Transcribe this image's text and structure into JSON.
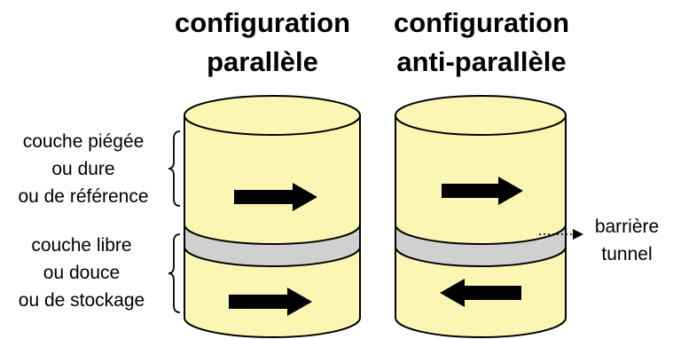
{
  "titles": {
    "parallel": [
      "configuration",
      "parallèle"
    ],
    "antiparallel": [
      "configuration",
      "anti-parallèle"
    ]
  },
  "left_labels": {
    "hard_layer": [
      "couche piégée",
      "ou dure",
      "ou de référence"
    ],
    "free_layer": [
      "couche libre",
      "ou douce",
      "ou de stockage"
    ]
  },
  "barrier_label": [
    "barrière",
    "tunnel"
  ],
  "stacks": [
    {
      "name": "parallel",
      "top_arrow": "right",
      "bottom_arrow": "right"
    },
    {
      "name": "antiparallel",
      "top_arrow": "right",
      "bottom_arrow": "left"
    }
  ],
  "colors": {
    "layer_fill": "#fbf6b4",
    "barrier_fill": "#d0d0d0",
    "outline": "#000000",
    "arrow": "#000000"
  }
}
